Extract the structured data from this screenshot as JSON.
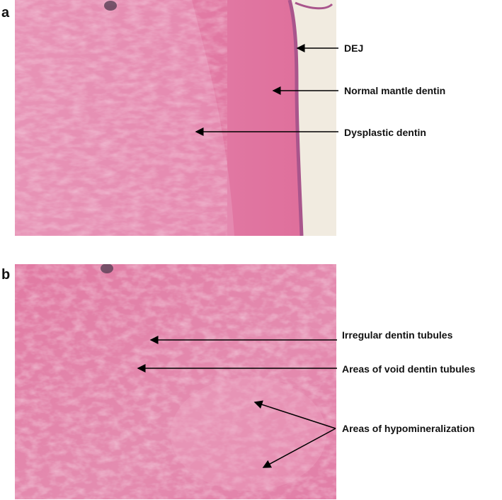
{
  "panels": {
    "a": {
      "letter": "a",
      "labels": {
        "dej": "DEJ",
        "normal_mantle": "Normal mantle dentin",
        "dysplastic": "Dysplastic dentin"
      }
    },
    "b": {
      "letter": "b",
      "labels": {
        "irregular_tubules": "Irregular dentin tubules",
        "void_tubules": "Areas of void dentin tubules",
        "hypomineralization": "Areas of hypomineralization"
      }
    }
  },
  "colors": {
    "tissue_pink": "#e27aa3",
    "tissue_dark": "#db6e98",
    "tissue_pale": "#ec9dbd",
    "background_cream": "#f1ebe0",
    "edge_purple": "#a9558c",
    "arrow": "#000000"
  }
}
